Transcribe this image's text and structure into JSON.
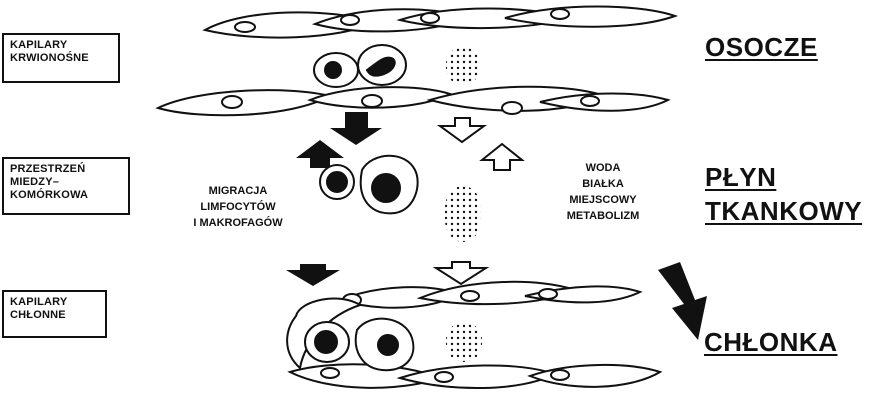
{
  "diagram": {
    "left_boxes": {
      "blood_capillaries": "KAPILARY\nKRWIONOŚNE",
      "interstitial_space": "PRZESTRZEŃ\nMIEDZY–\nKOMÓRKOWA",
      "lymph_capillaries": "KAPILARY\nCHŁONNE"
    },
    "right_labels": {
      "plasma": "OSOCZE",
      "tissue_fluid": "PŁYN\nTKANKOWY",
      "lymph": "CHŁONKA"
    },
    "middle_labels": {
      "migration": "MIGRACJA\nLIMFOCYTÓW\nI MAKROFAGÓW",
      "contents": "WODA\nBIAŁKA\nMIEJSCOWY\nMETABOLIZM"
    }
  },
  "colors": {
    "ink": "#111111",
    "background": "#ffffff"
  },
  "icons": {
    "filled_arrow": "solid-black-arrow",
    "hollow_arrow": "outline-arrow",
    "cell": "cell-with-nucleus",
    "protein_dots": "stippled-particles"
  }
}
